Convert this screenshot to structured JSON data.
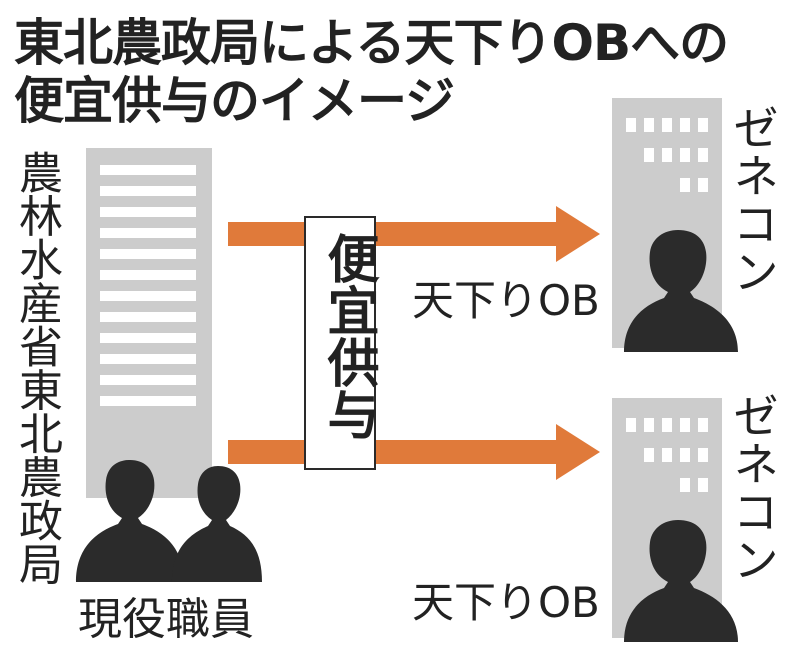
{
  "title": {
    "line1": "東北農政局による天下りOBへの",
    "line2": "便宜供与のイメージ"
  },
  "organization": "農林水産省東北農政局",
  "staff_label": "現役職員",
  "benefit_label": "便宜供与",
  "recipients": [
    {
      "company": "ゼネコン",
      "person": "天下りOB"
    },
    {
      "company": "ゼネコン",
      "person": "天下りOB"
    }
  ],
  "colors": {
    "arrow": "#e07a3a",
    "building": "#cccccc",
    "person": "#2b2b2b",
    "text": "#222222"
  }
}
